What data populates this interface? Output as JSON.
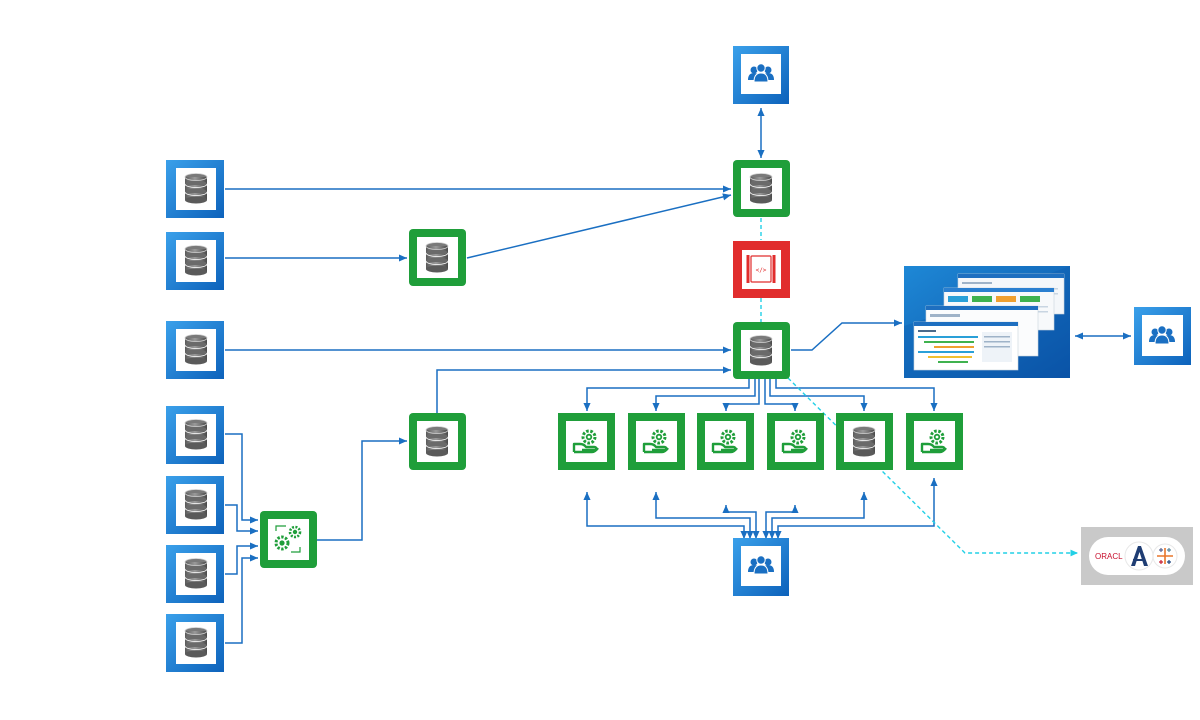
{
  "diagram": {
    "node_styles": {
      "blue": {
        "outer": "#1976d2",
        "inner_grad": [
          "#2b8fe0",
          "#0f6ac4"
        ],
        "card": "#ffffff"
      },
      "green": {
        "outer": "#1f9e3a",
        "card": "#ffffff"
      },
      "red": {
        "outer": "#e12d2d",
        "card": "#ffffff"
      }
    },
    "edge_colors": {
      "solid": "#1a6fc2",
      "dashed": "#22d0e6"
    },
    "nodes": [
      {
        "id": "users-top",
        "kind": "blue",
        "icon": "users-icon"
      },
      {
        "id": "source-db-1",
        "kind": "blue",
        "icon": "database-icon"
      },
      {
        "id": "source-db-2",
        "kind": "blue",
        "icon": "database-icon"
      },
      {
        "id": "source-db-3",
        "kind": "blue",
        "icon": "database-icon"
      },
      {
        "id": "source-db-4",
        "kind": "blue",
        "icon": "database-icon"
      },
      {
        "id": "source-db-5",
        "kind": "blue",
        "icon": "database-icon"
      },
      {
        "id": "source-db-6",
        "kind": "blue",
        "icon": "database-icon"
      },
      {
        "id": "source-db-7",
        "kind": "blue",
        "icon": "database-icon"
      },
      {
        "id": "staging-db-1",
        "kind": "green",
        "icon": "database-icon"
      },
      {
        "id": "staging-db-2",
        "kind": "green",
        "icon": "database-icon"
      },
      {
        "id": "etl-process",
        "kind": "green",
        "icon": "gears-icon"
      },
      {
        "id": "warehouse-top",
        "kind": "green",
        "icon": "database-icon"
      },
      {
        "id": "api-gateway",
        "kind": "red",
        "icon": "api-code-icon"
      },
      {
        "id": "warehouse-main",
        "kind": "green",
        "icon": "database-icon"
      },
      {
        "id": "service-1",
        "kind": "green",
        "icon": "managed-service-icon"
      },
      {
        "id": "service-2",
        "kind": "green",
        "icon": "managed-service-icon"
      },
      {
        "id": "service-3",
        "kind": "green",
        "icon": "managed-service-icon"
      },
      {
        "id": "service-4",
        "kind": "green",
        "icon": "managed-service-icon"
      },
      {
        "id": "service-db",
        "kind": "green",
        "icon": "database-icon"
      },
      {
        "id": "service-5",
        "kind": "green",
        "icon": "managed-service-icon"
      },
      {
        "id": "users-bottom",
        "kind": "blue",
        "icon": "users-icon"
      },
      {
        "id": "dashboard",
        "kind": "screenshot",
        "icon": "dashboard-screenshot"
      },
      {
        "id": "users-right",
        "kind": "blue",
        "icon": "users-icon"
      },
      {
        "id": "bi-tools",
        "kind": "logos",
        "icon": "bi-tools-logos"
      }
    ],
    "bi_tools": {
      "oracle_text": "ORACL",
      "logos": [
        "oracle-logo",
        "alteryx-logo",
        "tableau-logo"
      ]
    }
  }
}
